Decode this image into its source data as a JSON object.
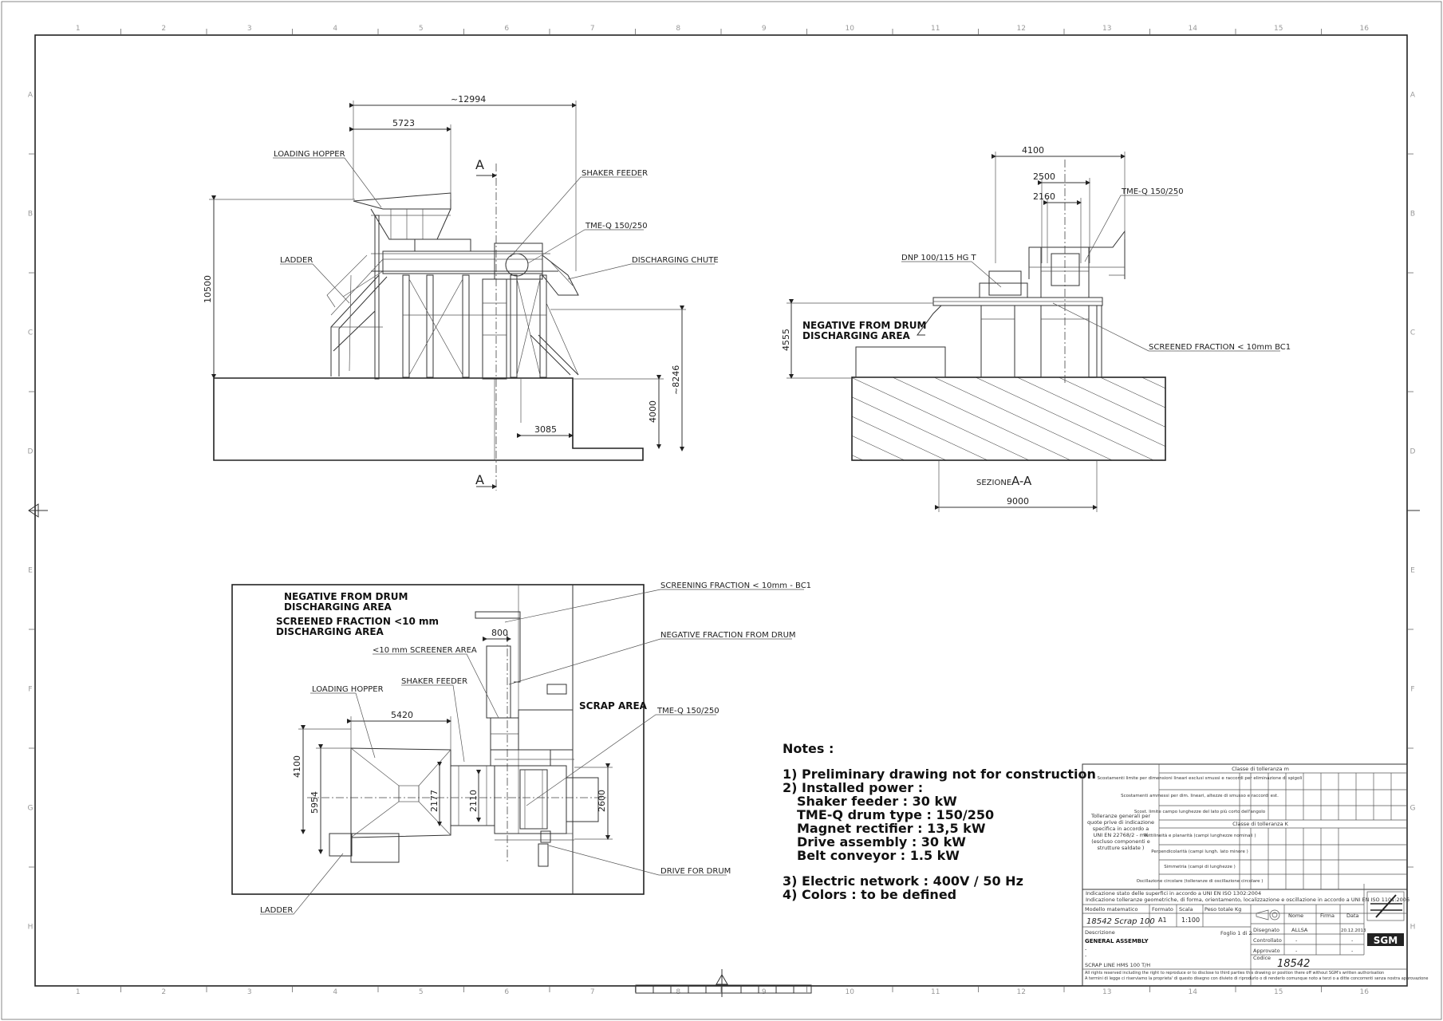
{
  "grid": {
    "columns": [
      "1",
      "2",
      "3",
      "4",
      "5",
      "6",
      "7",
      "8",
      "9",
      "10",
      "11",
      "12",
      "13",
      "14",
      "15",
      "16"
    ],
    "rows": [
      "A",
      "B",
      "C",
      "D",
      "E",
      "F",
      "G",
      "H"
    ]
  },
  "side_view": {
    "dims": {
      "total_width": "~12994",
      "hopper_width": "5723",
      "height": "10500",
      "right_height": "~8246",
      "pit_depth": "4000",
      "pit_width": "3085"
    },
    "labels": {
      "loading_hopper": "LOADING HOPPER",
      "shaker_feeder": "SHAKER FEEDER",
      "tme_q": "TME-Q 150/250",
      "ladder": "LADDER",
      "discharging_chute": "DISCHARGING CHUTE"
    },
    "section_marker": "A"
  },
  "section_view": {
    "dims": {
      "w4100": "4100",
      "w2500": "2500",
      "w2160": "2160",
      "h4555": "4555",
      "w9000": "9000"
    },
    "labels": {
      "tme_q": "TME-Q 150/250",
      "dnp": "DNP 100/115 HG T",
      "negative_area": [
        "NEGATIVE FROM DRUM",
        "DISCHARGING AREA"
      ],
      "screened_fraction": "SCREENED FRACTION < 10mm BC1"
    },
    "title_small": "SEZIONE",
    "title_big": "A-A"
  },
  "plan_view": {
    "labels": {
      "negative_area": [
        "NEGATIVE FROM DRUM",
        "DISCHARGING AREA"
      ],
      "screened_area": [
        "SCREENED FRACTION <10 mm",
        "DISCHARGING AREA"
      ],
      "screener_area": "<10 mm SCREENER AREA",
      "loading_hopper": "LOADING HOPPER",
      "shaker_feeder": "SHAKER FEEDER",
      "scrap_area": "SCRAP AREA",
      "screening_fraction": "SCREENING FRACTION < 10mm - BC1",
      "negative_fraction": "NEGATIVE FRACTION FROM DRUM",
      "tme_q": "TME-Q 150/250",
      "drive_for_drum": "DRIVE FOR DRUM",
      "ladder": "LADDER"
    },
    "dims": {
      "d800": "800",
      "d5420": "5420",
      "d4100": "4100",
      "d5954": "5954",
      "d2177": "2177",
      "d2110": "2110",
      "d2600": "2600"
    }
  },
  "notes": {
    "title": "Notes :",
    "lines": [
      "1) Preliminary drawing not for construction",
      "2) Installed power :",
      "Shaker feeder : 30 kW",
      "TME-Q drum type : 150/250",
      "Magnet rectifier : 13,5 kW",
      "Drive assembly : 30 kW",
      "Belt conveyor : 1.5 kW",
      "3) Electric network : 400V / 50 Hz",
      "4) Colors : to be defined"
    ]
  },
  "title_block": {
    "tolerance_note": [
      "Tolleranze generali per",
      "quote prive di indicazione",
      "specifica in accordo a",
      "UNI EN 22768/2 - mK",
      "(escluso componenti e",
      "strutture saldate )"
    ],
    "classe_m": "Classe di tolleranza m",
    "classe_k": "Classe di tolleranza K",
    "rows": [
      "Scostamenti limite per dimensioni lineari esclusi smussi e raccordi per eliminazione di spigoli",
      "Scostamenti ammessi per dim. lineari, altezze di smusso e raccordi est.",
      "Scost. limite campo lunghezze del lato più corto dell'angolo",
      "Rettilineità e planarità (campi lunghezze nominali )",
      "Perpendicolarità (campi lungh. lato minore )",
      "Simmetria (campi di lunghezze )",
      "Oscillazione circolare (tolleranze di oscillazione circolare )"
    ],
    "surface_note": "Indicazione stato delle superfici in accordo a UNI EN ISO 1302:2004",
    "geometric_note": "Indicazione tolleranze geometriche, di forma, orientamento, localizzazione e oscillazione in accordo a UNI EN ISO 1101:2006",
    "modello_label": "Modello matematico",
    "modello_value": "18542 Scrap 100",
    "formato_label": "Formato",
    "formato_value": "A1",
    "scala_label": "Scala",
    "scala_value": "1:100",
    "peso_label": "Peso totale Kg",
    "nome_label": "Nome",
    "firma_label": "Firma",
    "data_label": "Data",
    "disegnato_label": "Disegnato",
    "disegnato_value": "ALLSA",
    "data_value": "20.12.2013",
    "controllato_label": "Controllato",
    "approvato_label": "Approvato",
    "dash": "-",
    "descrizione_label": "Descrizione",
    "descrizione_value": "GENERAL ASSEMBLY",
    "foglio": "Foglio 1 di 2",
    "codice_label": "Codice",
    "codice_value": "18542",
    "line_name": "SCRAP LINE HMS 100 T/H",
    "logo_text": "SGM",
    "rights_1": "All rights reserved including the right to reproduce or to disclose to third parties this drawing or position there off without SGM's written authorisation",
    "rights_2": "A termini di legge ci riserviamo la proprieta' di questo disegno con divieto di riprodurlo o di renderlo comunque noto a terzi o a ditte concorrenti senza nostra approvazione"
  }
}
